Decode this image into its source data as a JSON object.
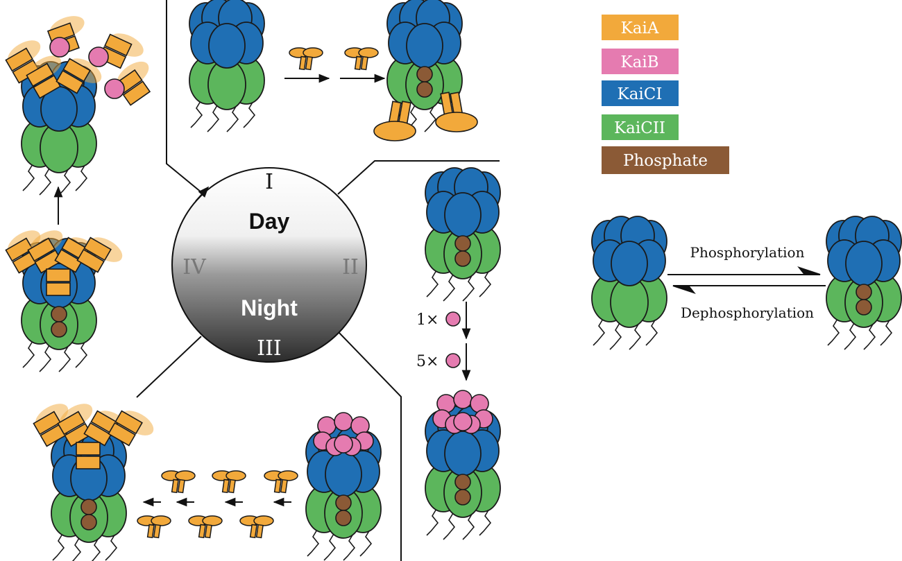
{
  "legend": {
    "items": [
      {
        "label": "KaiA",
        "color": "#f2a93b"
      },
      {
        "label": "KaiB",
        "color": "#e57bb0"
      },
      {
        "label": "KaiCI",
        "color": "#1f6fb4"
      },
      {
        "label": "KaiCII",
        "color": "#5cb65c"
      },
      {
        "label": "Phosphate",
        "color": "#8b5a36"
      }
    ]
  },
  "clock": {
    "phase_I": "I",
    "phase_II": "II",
    "phase_III": "III",
    "phase_IV": "IV",
    "day": "Day",
    "night": "Night"
  },
  "reaction": {
    "forward": "Phosphorylation",
    "reverse": "Dephosphorylation"
  },
  "binding": {
    "step1": "1×",
    "step2": "5×"
  },
  "colors": {
    "kaiA": "#f2a93b",
    "kaiB": "#e57bb0",
    "kaiCI": "#1f6fb4",
    "kaiCII": "#5cb65c",
    "phosphate": "#8b5a36",
    "outline": "#1a1a1a"
  }
}
